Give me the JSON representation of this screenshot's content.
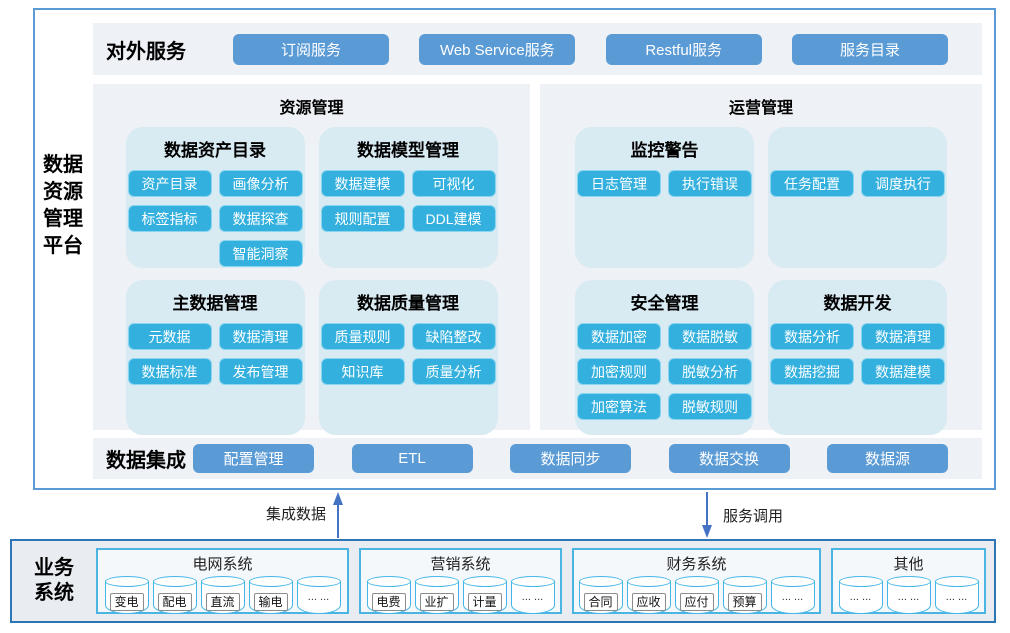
{
  "platform": {
    "title_lines": [
      "数据",
      "资源",
      "管理",
      "平台"
    ]
  },
  "external_services": {
    "label": "对外服务",
    "buttons": [
      "订阅服务",
      "Web Service服务",
      "Restful服务",
      "服务目录"
    ]
  },
  "resource_mgmt": {
    "title": "资源管理",
    "groups": [
      {
        "title": "数据资产目录",
        "buttons": [
          "资产目录",
          "画像分析",
          "标签指标",
          "数据探查",
          "",
          "智能洞察"
        ]
      },
      {
        "title": "数据模型管理",
        "buttons": [
          "数据建模",
          "可视化",
          "规则配置",
          "DDL建模"
        ]
      },
      {
        "title": "主数据管理",
        "buttons": [
          "元数据",
          "数据清理",
          "数据标准",
          "发布管理"
        ]
      },
      {
        "title": "数据质量管理",
        "buttons": [
          "质量规则",
          "缺陷整改",
          "知识库",
          "质量分析"
        ]
      }
    ]
  },
  "operation_mgmt": {
    "title": "运营管理",
    "groups": [
      {
        "title": "监控警告",
        "buttons": [
          "日志管理",
          "执行错误"
        ]
      },
      {
        "title": "",
        "buttons": [
          "任务配置",
          "调度执行"
        ]
      },
      {
        "title": "安全管理",
        "buttons": [
          "数据加密",
          "数据脱敏",
          "加密规则",
          "脱敏分析",
          "加密算法",
          "脱敏规则"
        ]
      },
      {
        "title": "数据开发",
        "buttons": [
          "数据分析",
          "数据清理",
          "数据挖掘",
          "数据建模"
        ]
      }
    ]
  },
  "data_integration": {
    "label": "数据集成",
    "buttons": [
      "配置管理",
      "ETL",
      "数据同步",
      "数据交换",
      "数据源"
    ]
  },
  "flows": {
    "up_label": "集成数据",
    "down_label": "服务调用"
  },
  "business_systems": {
    "label_lines": [
      "业务",
      "系统"
    ],
    "systems": [
      {
        "title": "电网系统",
        "databases": [
          {
            "boxed": "变电"
          },
          {
            "boxed": "配电"
          },
          {
            "boxed": "直流"
          },
          {
            "boxed": "输电"
          },
          {
            "plain": "... ..."
          }
        ]
      },
      {
        "title": "营销系统",
        "databases": [
          {
            "boxed": "电费"
          },
          {
            "boxed": "业扩"
          },
          {
            "boxed": "计量"
          },
          {
            "plain": "... ..."
          }
        ]
      },
      {
        "title": "财务系统",
        "databases": [
          {
            "boxed": "合同"
          },
          {
            "boxed": "应收"
          },
          {
            "boxed": "应付"
          },
          {
            "boxed": "预算"
          },
          {
            "plain": "... ..."
          }
        ]
      },
      {
        "title": "其他",
        "databases": [
          {
            "plain": "... ..."
          },
          {
            "plain": "... ..."
          },
          {
            "plain": "... ..."
          }
        ]
      }
    ]
  },
  "colors": {
    "accent-blue": "#5b9bd5",
    "chip-cyan": "#34b0de",
    "chip-border": "#8ad5ef",
    "band-bg": "#eef1f5",
    "subpanel-bg": "#d8eaf2",
    "strip-bg": "#e9edf1",
    "strip-border": "#2e75b6",
    "box-border": "#4ab5e3",
    "box-bg": "#f4f8fb",
    "cylinder-border": "#45b6e8",
    "frame-border": "#5b9bd5",
    "arrow-blue": "#4472c4"
  }
}
